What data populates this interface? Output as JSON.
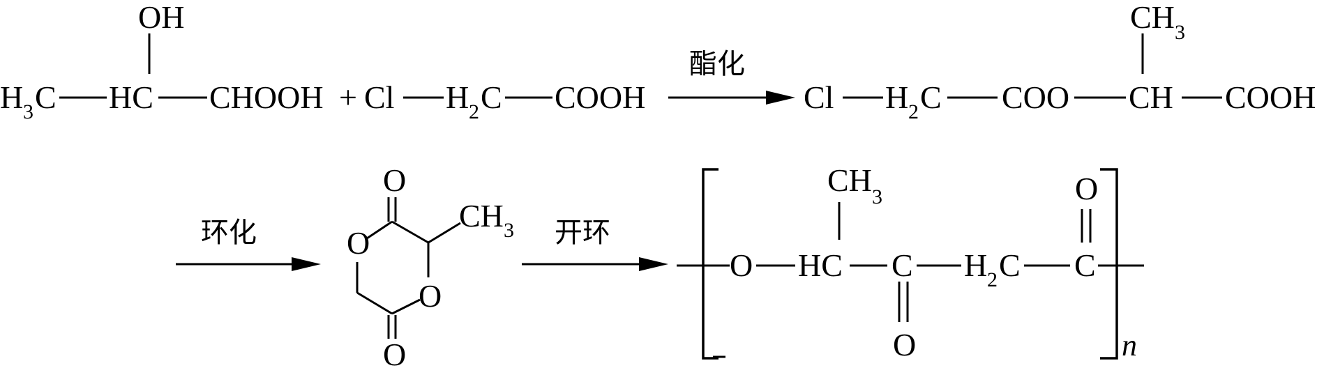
{
  "reactant1": {
    "oh": "OH",
    "h3c_h": "H",
    "h3c_sub": "3",
    "h3c_c": "C",
    "hc": "HC",
    "chooh": "CHOOH"
  },
  "plus": "+",
  "reactant2": {
    "cl": "Cl",
    "h2c_h": "H",
    "h2c_sub": "2",
    "h2c_c": "C",
    "cooh": "COOH"
  },
  "arrow1": {
    "label": "酯化"
  },
  "product1": {
    "ch3_ch": "CH",
    "ch3_sub": "3",
    "cl": "Cl",
    "h2c_h": "H",
    "h2c_sub": "2",
    "h2c_c": "C",
    "coo": "COO",
    "ch": "CH",
    "cooh": "COOH"
  },
  "arrow2": {
    "label": "环化"
  },
  "ring": {
    "o_top": "O",
    "o_left": "O",
    "o_right": "O",
    "o_bottom": "O",
    "ch3_ch": "CH",
    "ch3_sub": "3"
  },
  "arrow3": {
    "label": "开环"
  },
  "polymer": {
    "ch3_ch": "CH",
    "ch3_sub": "3",
    "o_ether": "O",
    "hc": "HC",
    "c1": "C",
    "o_carbonyl1": "O",
    "h2c_h": "H",
    "h2c_sub": "2",
    "h2c_c": "C",
    "c2": "C",
    "o_carbonyl2": "O",
    "n": "n"
  }
}
